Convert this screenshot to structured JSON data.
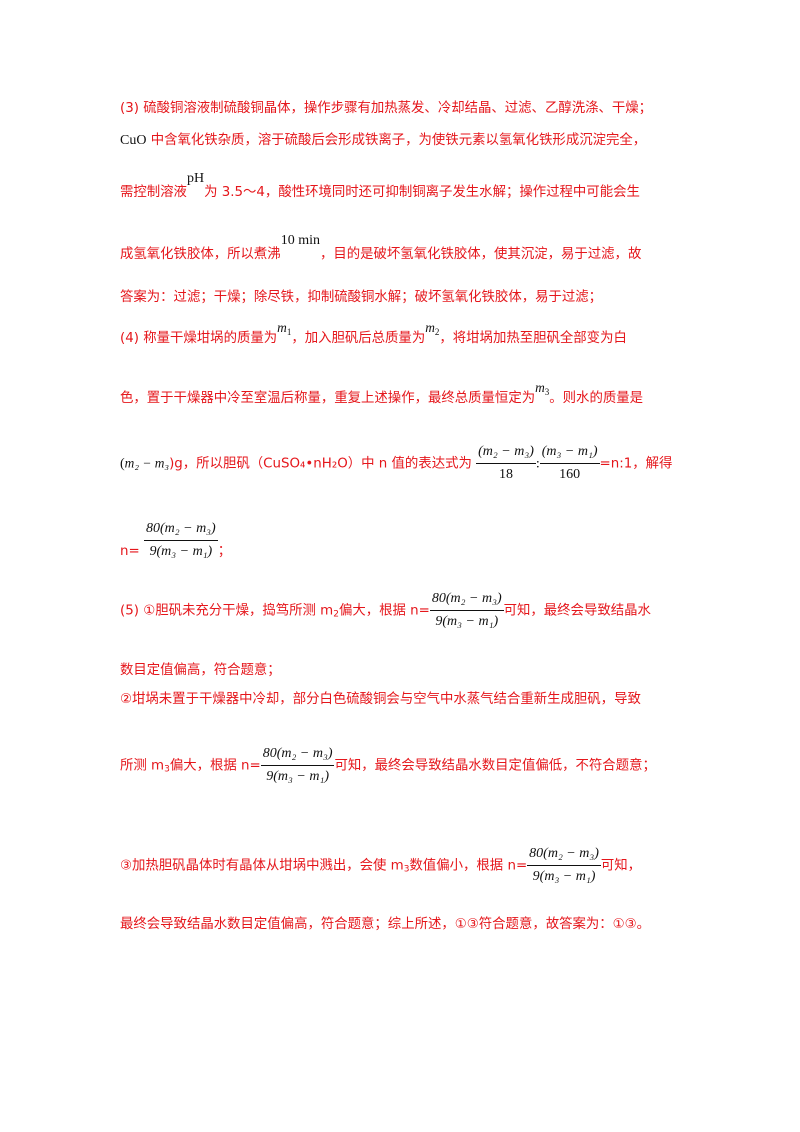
{
  "section3": {
    "l1": "(3)  硫酸铜溶液制硫酸铜晶体，操作步骤有加热蒸发、冷却结晶、过滤、乙醇洗涤、干燥；",
    "cuo": "CuO",
    "l2": " 中含氧化铁杂质，溶于硫酸后会形成铁离子，为使铁元素以氢氧化铁形成沉淀完全，",
    "l3a": "需控制溶液",
    "ph": "pH",
    "l3b": "为 3.5～4，酸性环境同时还可抑制铜离子发生水解；操作过程中可能会生",
    "l4a": "成氢氧化铁胶体，所以煮沸",
    "tenmin": "10 min",
    "l4b": "，目的是破坏氢氧化铁胶体，使其沉淀，易于过滤，故",
    "l5": "答案为：过滤；干燥；除尽铁，抑制硫酸铜水解；破坏氢氧化铁胶体，易于过滤；"
  },
  "section4": {
    "l1a": "(4)  称量干燥坩埚的质量为",
    "m1": "m",
    "m1sub": "1",
    "l1b": "，加入胆矾后总质量为",
    "m2": "m",
    "m2sub": "2",
    "l1c": "，将坩埚加热至胆矾全部变为白",
    "l2a": "色，置于干燥器中冷至室温后称量，重复上述操作，最终总质量恒定为",
    "m3": "m",
    "m3sub": "3",
    "l2b": "。则水的质量是",
    "l3paren_open": "(",
    "l3expr": "m₂ − m₃",
    "l3paren_close": ")g，所以胆矾（CuSO₄•nH₂O）中 n 值的表达式为",
    "frac_a_num": "(m₂ − m₃)",
    "frac_a_den": "18",
    "colon": ":",
    "frac_b_num": "(m₃ − m₁)",
    "frac_b_den": "160",
    "l3tail": "=n:1，解得",
    "n_prefix": "n=",
    "n_num": "80(m₂ − m₃)",
    "n_den": "9(m₃ − m₁)",
    "n_tail": "；"
  },
  "section5": {
    "l1a": "(5)  ①胆矾未充分干燥，捣笃所测 m",
    "l1sub": "2",
    "l1b": "偏大，根据 n=",
    "l1c": "可知，最终会导致结晶水",
    "l2": "数目定值偏高，符合题意；",
    "l3": "②坩埚未置于干燥器中冷却，部分白色硫酸铜会与空气中水蒸气结合重新生成胆矾，导致",
    "l4a": "所测 m",
    "l4sub": "3",
    "l4b": "偏大，根据 n=",
    "l4c": "可知，最终会导致结晶水数目定值偏低，不符合题意；",
    "l5a": "③加热胆矾晶体时有晶体从坩埚中溅出，会使 m",
    "l5sub": "3",
    "l5b": "数值偏小，根据 n=",
    "l5c": "可知，",
    "l6": "最终会导致结晶水数目定值偏高，符合题意；综上所述，①③符合题意，故答案为：①③。",
    "frac_num": "80(m₂ − m₃)",
    "frac_den": "9(m₃ − m₁)"
  }
}
